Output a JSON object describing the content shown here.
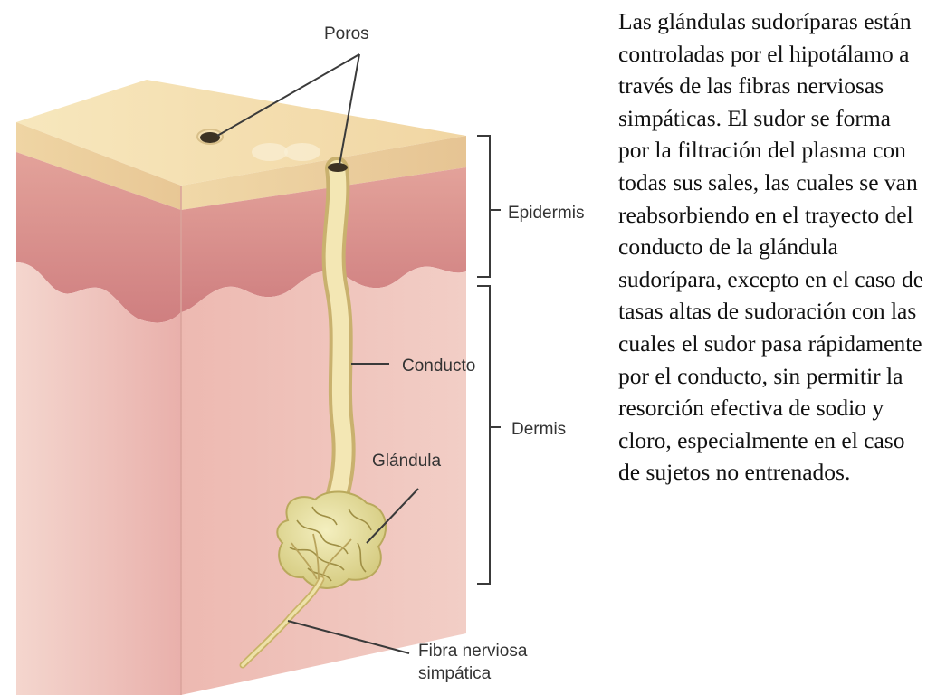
{
  "labels": {
    "poros": "Poros",
    "epidermis": "Epidermis",
    "conducto": "Conducto",
    "dermis": "Dermis",
    "glandula": "Glándula",
    "fibra_line1": "Fibra nerviosa",
    "fibra_line2": "simpática"
  },
  "caption": "Las glándulas sudoríparas están controladas por el hipotálamo a través de las fibras nerviosas simpáticas. El sudor se forma por la filtración del plasma con todas sus sales, las cuales se van reabsorbiendo en el trayecto del conducto de la glándula sudorípara, excepto en el caso de tasas altas de sudoración con las cuales el sudor pasa rápidamente por el conducto, sin permitir la resorción efectiva de sodio y cloro, especialmente en el caso de sujetos no entrenados.",
  "colors": {
    "surface": "#f5dfae",
    "epidermis_band": "#d98f8c",
    "dermis": "#f3cfc8",
    "duct": "#efe0a4",
    "gland": "#e7e0a0"
  }
}
